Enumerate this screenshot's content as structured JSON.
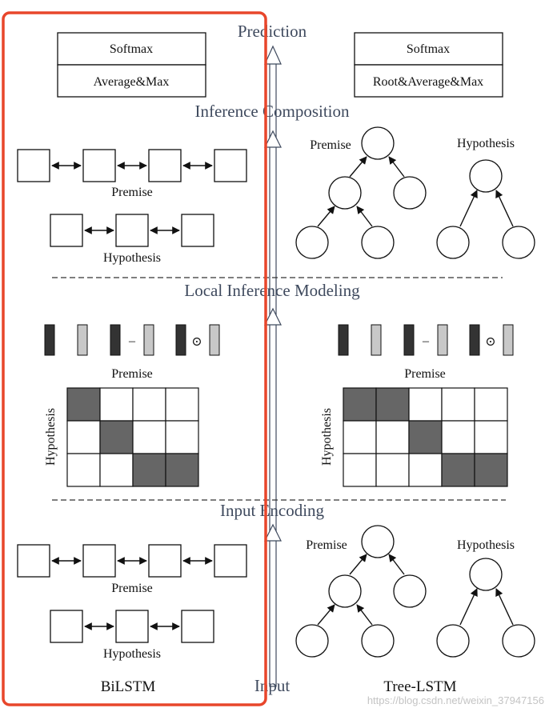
{
  "stages": {
    "prediction": "Prediction",
    "inference_composition": "Inference Composition",
    "local_inference": "Local Inference Modeling",
    "input_encoding": "Input Encoding",
    "input": "Input"
  },
  "left": {
    "softmax": "Softmax",
    "pool": "Average&Max",
    "premise": "Premise",
    "hypothesis": "Hypothesis",
    "model": "BiLSTM"
  },
  "right": {
    "softmax": "Softmax",
    "pool": "Root&Average&Max",
    "premise": "Premise",
    "hypothesis": "Hypothesis",
    "model": "Tree-LSTM"
  },
  "ops": {
    "minus": "–",
    "odot": "⊙"
  },
  "watermark": "https://blog.csdn.net/weixin_37947156",
  "matrices": {
    "left": {
      "rows": 3,
      "cols": 4,
      "shaded": [
        [
          0,
          0
        ],
        [
          1,
          1
        ],
        [
          2,
          2
        ],
        [
          2,
          3
        ]
      ]
    },
    "right": {
      "rows": 3,
      "cols": 5,
      "shaded": [
        [
          0,
          0
        ],
        [
          0,
          1
        ],
        [
          1,
          2
        ],
        [
          2,
          3
        ],
        [
          2,
          4
        ]
      ]
    }
  },
  "colors": {
    "highlight": "#e8462b",
    "stage_text": "#3f4a5e",
    "dark_cell": "#666666",
    "dark_vector": "#333333",
    "light_vector": "#c8c8c8"
  }
}
